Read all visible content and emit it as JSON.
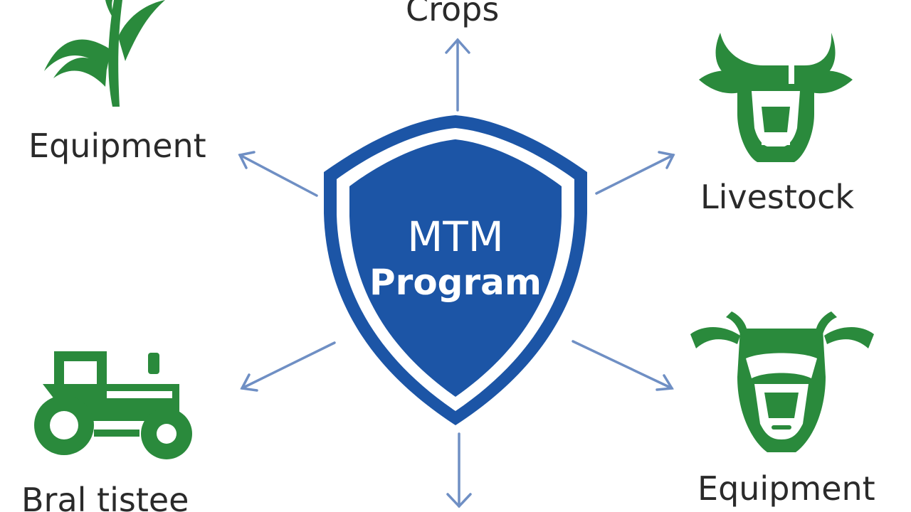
{
  "colors": {
    "shield_blue": "#1c55a6",
    "arrow_blue": "#6f8fc4",
    "icon_green": "#2a8a3c",
    "text_dark": "#2a2a2a"
  },
  "center": {
    "line1": "MTM",
    "line2": "Program",
    "icon": "shield-icon"
  },
  "nodes": {
    "top": {
      "label": "Crops"
    },
    "top_left": {
      "label": "Equipment",
      "icon": "crop-plant-icon"
    },
    "right_top": {
      "label": "Livestock",
      "icon": "cattle-head-icon"
    },
    "bottom_left": {
      "label": "Bral tistee",
      "icon": "tractor-icon"
    },
    "bottom_right": {
      "label": "Equipment",
      "icon": "bull-head-icon"
    }
  }
}
